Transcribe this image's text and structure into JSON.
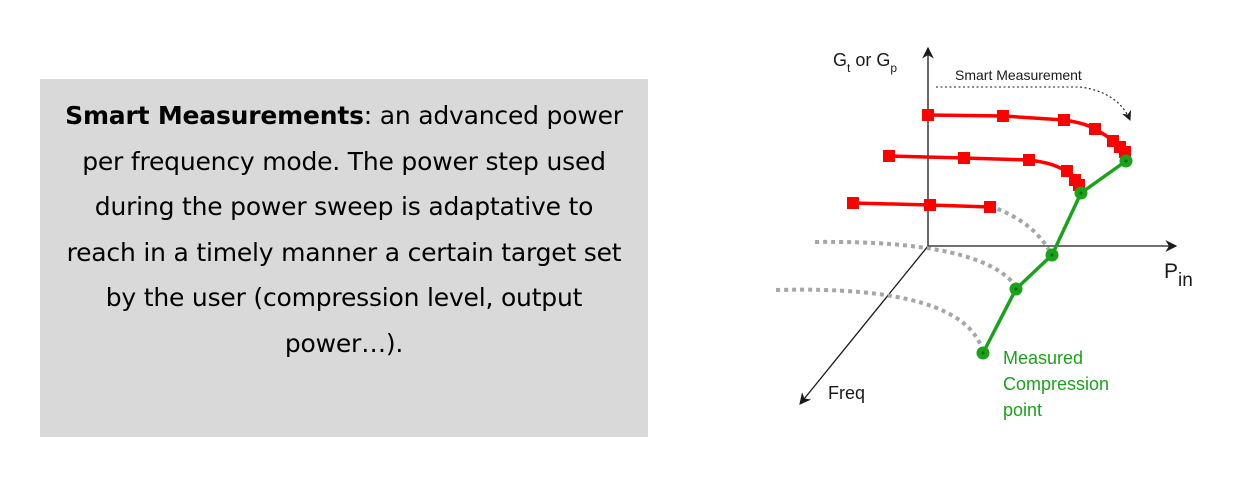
{
  "textbox": {
    "bold_lead": "Smart Measurements",
    "body": ": an advanced power per frequency mode. The power step used during the power sweep is adaptative to reach in a timely manner a certain target set by the user (compression level, output power…)."
  },
  "diagram": {
    "y_axis_label": {
      "G1": "G",
      "sub1": "t",
      "mid": " or G",
      "sub2": "p"
    },
    "x_axis_label": {
      "main": "P",
      "sub": "in"
    },
    "z_axis_label": "Freq",
    "smart_measurement_label": "Smart Measurement",
    "compression_label_lines": [
      "Measured",
      "Compression",
      "point"
    ],
    "colors": {
      "gain_curve": "#ff0000",
      "compression": "#1aa31a",
      "projection": "#a6a6a6",
      "axis": "#1a1a1a"
    }
  }
}
